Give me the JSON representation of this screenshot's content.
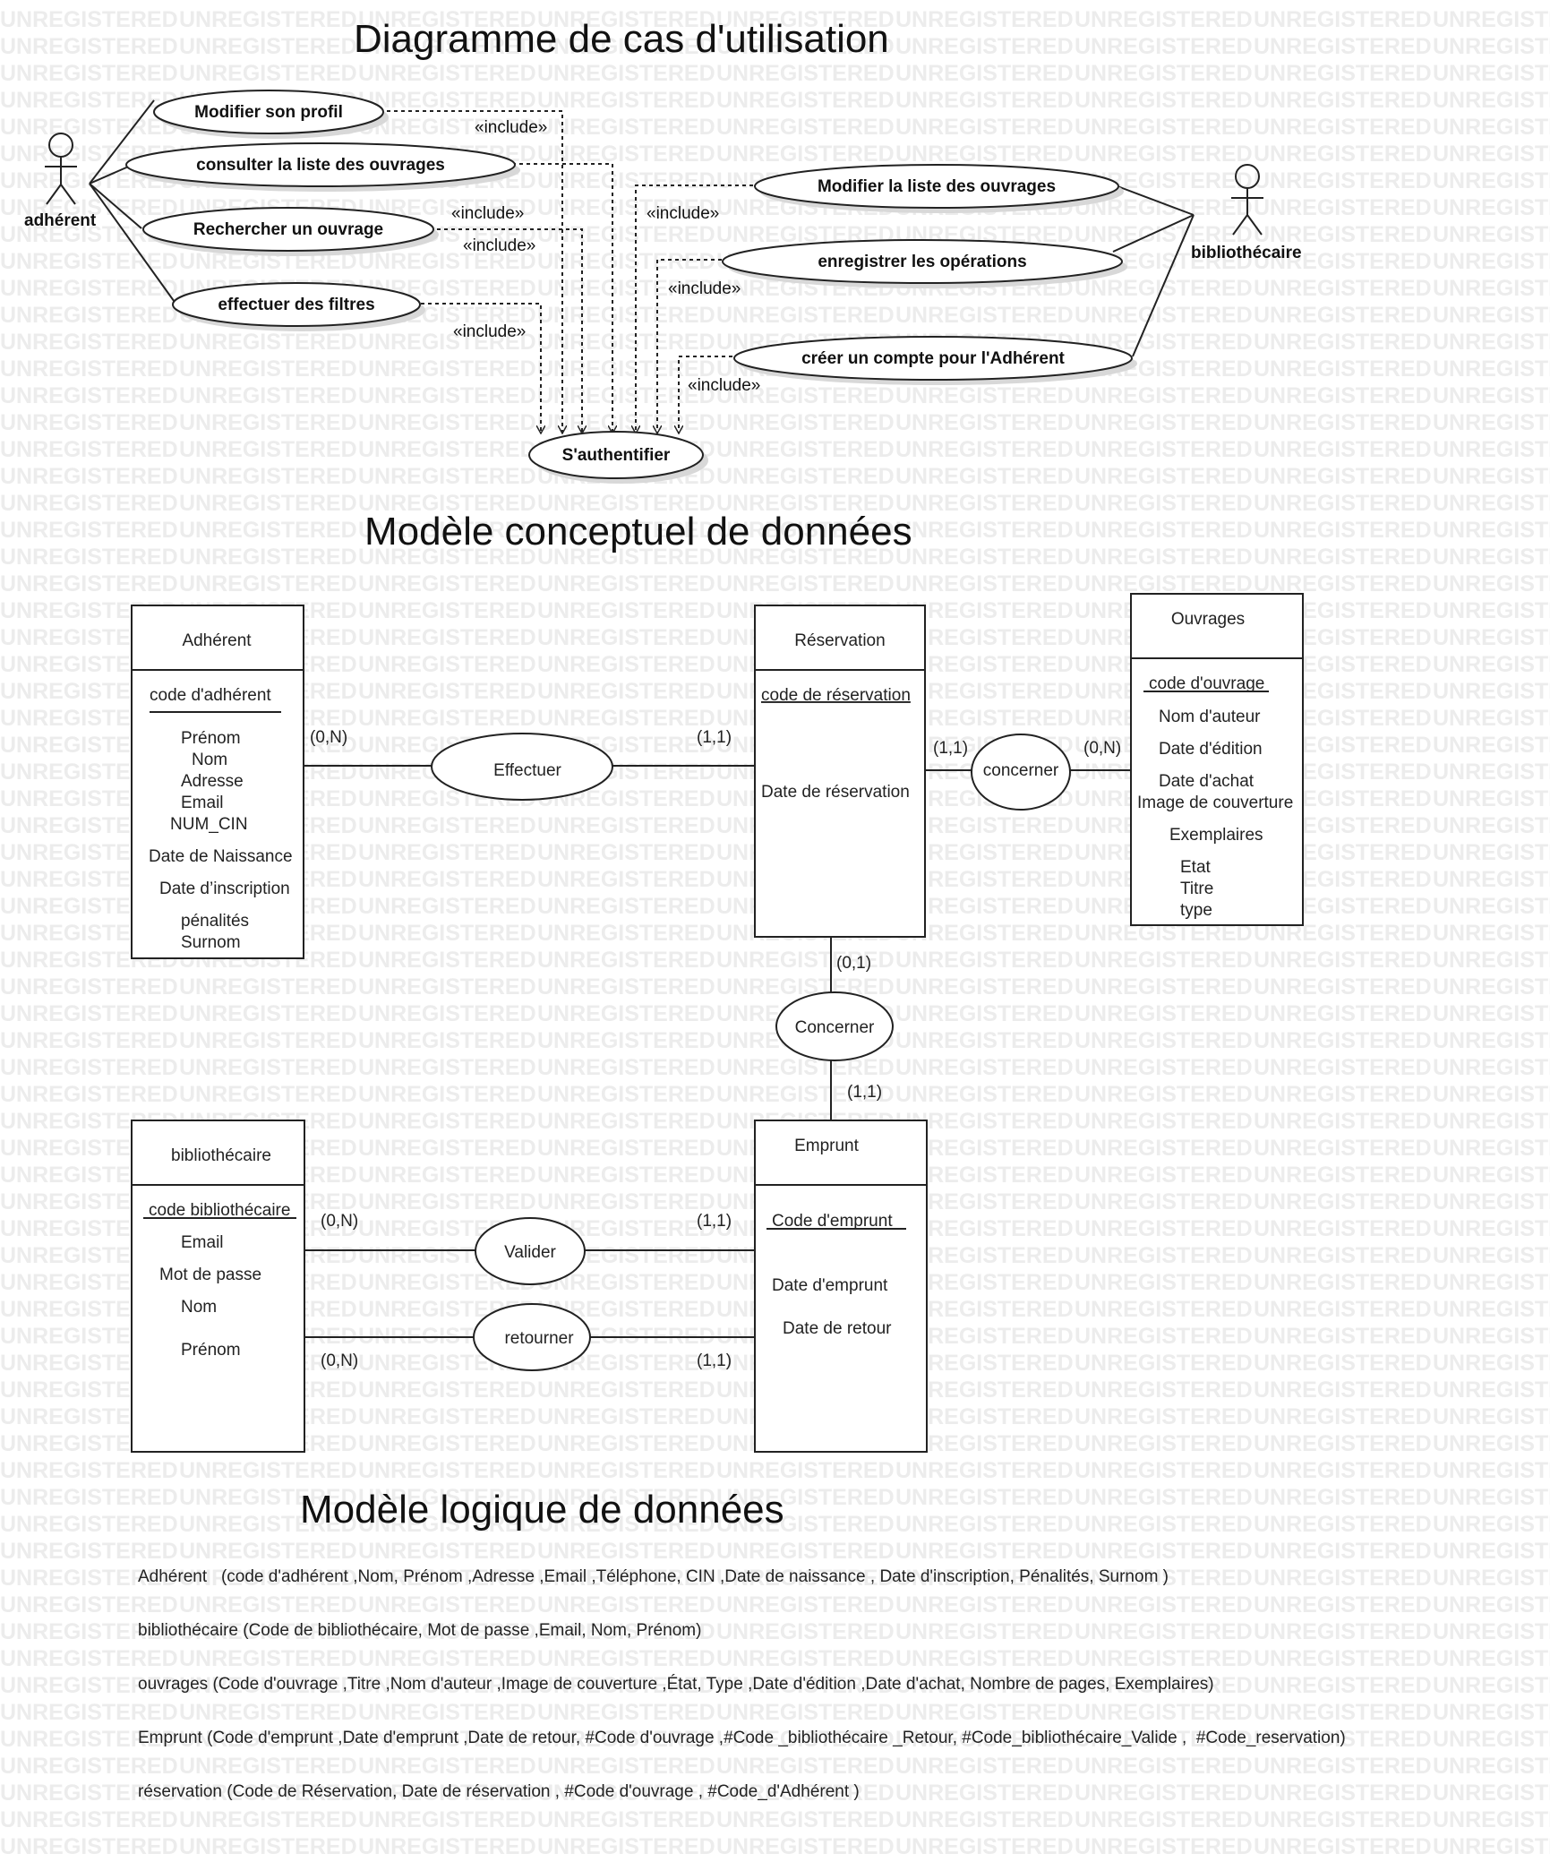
{
  "watermark": "UNREGISTERED",
  "use_case": {
    "title": "Diagramme de cas d'utilisation",
    "actors": {
      "adherent": "adhérent",
      "bibliothecaire": "bibliothécaire"
    },
    "cases": {
      "modifier_profil": "Modifier son profil",
      "consulter_liste": "consulter la liste des ouvrages",
      "rechercher": "Rechercher un ouvrage",
      "filtres": "effectuer des filtres",
      "modifier_liste": "Modifier la liste des ouvrages",
      "enregistrer": "enregistrer les opérations",
      "creer_compte": "créer un compte pour l'Adhérent",
      "authentifier": "S'authentifier"
    },
    "include_label": "«include»"
  },
  "mcd": {
    "title": "Modèle conceptuel de données",
    "adherent": {
      "name": "Adhérent",
      "key": "code d'adhérent",
      "attrs": [
        "Prénom",
        "Nom",
        "Adresse",
        "Email",
        "NUM_CIN",
        "Date de Naissance",
        "Date d’inscription",
        "pénalités",
        "Surnom"
      ]
    },
    "reservation": {
      "name": "Réservation",
      "key": "code de réservation",
      "attrs": [
        "Date de réservation"
      ]
    },
    "ouvrages": {
      "name": "Ouvrages",
      "key": "code d'ouvrage",
      "attrs": [
        "Nom d'auteur",
        "Date d'édition",
        "Date d'achat",
        "Image de couverture",
        "Exemplaires",
        "Etat",
        "Titre",
        "type"
      ]
    },
    "bibliothecaire": {
      "name": "bibliothécaire",
      "key": "code bibliothécaire",
      "attrs": [
        "Email",
        "Mot de passe",
        "Nom",
        "Prénom"
      ]
    },
    "emprunt": {
      "name": "Emprunt",
      "key": "Code d'emprunt",
      "attrs": [
        "Date d'emprunt",
        "Date de retour"
      ]
    },
    "relations": {
      "effectuer": "Effectuer",
      "concerner1": "concerner",
      "concerner2": "Concerner",
      "valider": "Valider",
      "retourner": "retourner"
    },
    "cards": {
      "eff_adh": "(0,N)",
      "eff_res": "(1,1)",
      "con_res": "(1,1)",
      "con_ouv": "(0,N)",
      "con2_res": "(0,1)",
      "con2_emp": "(1,1)",
      "val_bib": "(0,N)",
      "val_emp": "(1,1)",
      "ret_bib": "(0,N)",
      "ret_emp": "(1,1)"
    }
  },
  "mld": {
    "title": "Modèle logique de données",
    "lines": [
      "Adhérent   (code d'adhérent ,Nom, Prénom ,Adresse ,Email ,Téléphone, CIN ,Date de naissance , Date d'inscription, Pénalités, Surnom )",
      "bibliothécaire (Code de bibliothécaire, Mot de passe ,Email, Nom, Prénom)",
      "ouvrages (Code d'ouvrage ,Titre ,Nom d'auteur ,Image de couverture ,État, Type ,Date d'édition ,Date d'achat, Nombre de pages, Exemplaires)",
      "Emprunt (Code d'emprunt ,Date d'emprunt ,Date de retour, #Code d'ouvrage ,#Code _bibliothécaire _Retour, #Code_bibliothécaire_Valide ,  #Code_reservation)",
      "réservation (Code de Réservation, Date de réservation , #Code d'ouvrage , #Code_d'Adhérent )"
    ]
  }
}
